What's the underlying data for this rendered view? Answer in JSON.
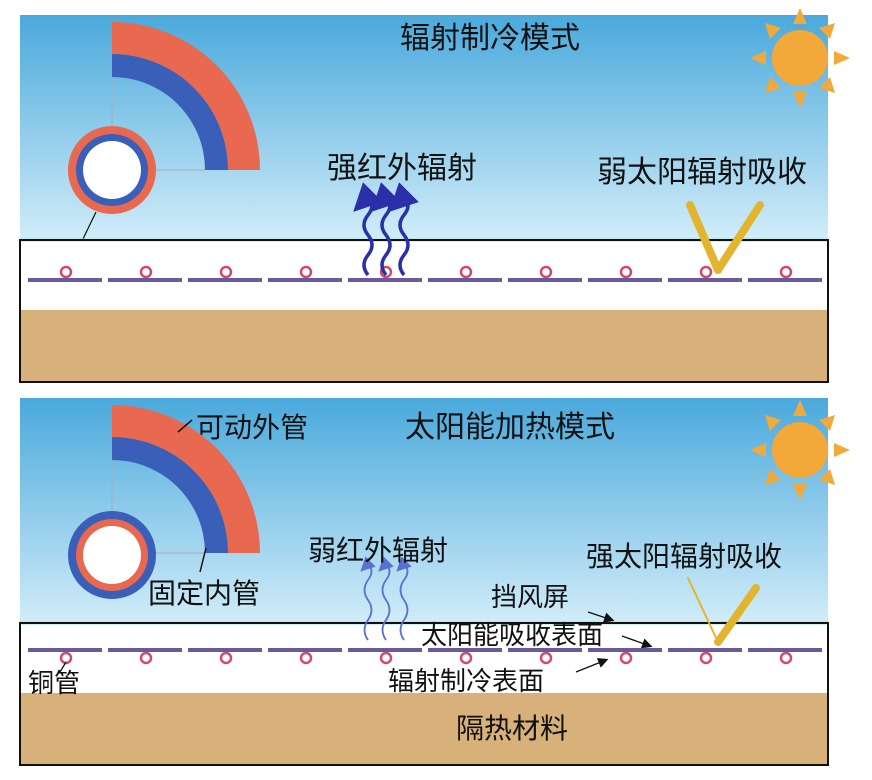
{
  "top_panel": {
    "title": "辐射制冷模式",
    "ir_label": "强红外辐射",
    "solar_label": "弱太阳辐射吸收"
  },
  "bottom_panel": {
    "title": "太阳能加热模式",
    "outer_tube_label": "可动外管",
    "inner_tube_label": "固定内管",
    "ir_label": "弱红外辐射",
    "solar_label": "强太阳辐射吸收",
    "windshield_label": "挡风屏",
    "solar_surface_label": "太阳能吸收表面",
    "cooling_surface_label": "辐射制冷表面",
    "copper_pipe_label": "铜管",
    "insulation_label": "隔热材料"
  },
  "colors": {
    "sky_top": "#4aa9dc",
    "sky_bottom": "#d4eef9",
    "outer_tube": "#e8694f",
    "inner_tube": "#3a5fb8",
    "insulation": "#d7b07a",
    "ir_wave": "#2b2fa8",
    "solar_ray": "#e3b52f",
    "sun": "#f2a93a",
    "windshield": "#a8e0dc",
    "absorber_strip": "#6a5a9c"
  },
  "icons": [
    "sun-icon",
    "tube-cross-section-icon",
    "ir-wave-icon",
    "reflected-ray-icon"
  ]
}
